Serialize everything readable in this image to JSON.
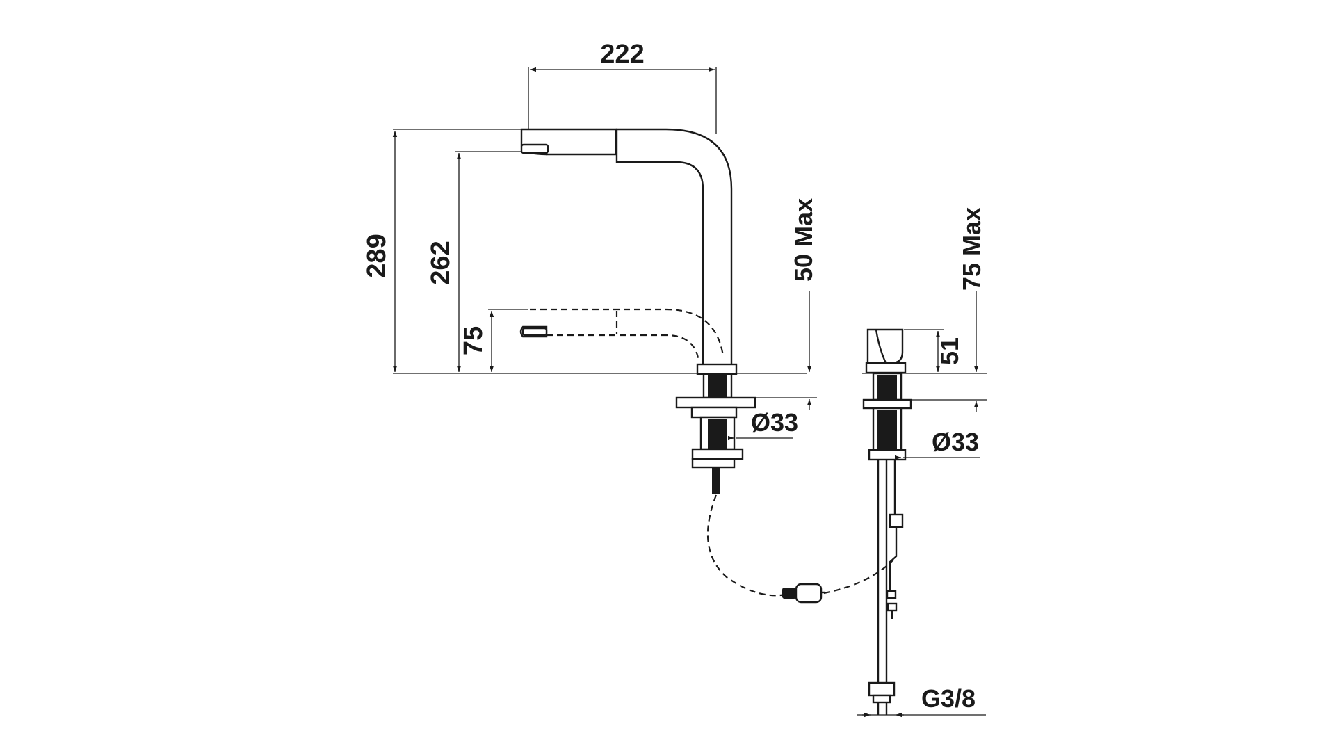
{
  "dimensions": {
    "reach": "222",
    "total_height": "289",
    "spout_height": "262",
    "pulled_out_height": "75",
    "deck_thickness_left": "50 Max",
    "deck_thickness_right": "75 Max",
    "handle_height": "51",
    "hole_diameter_left": "Ø33",
    "hole_diameter_right": "Ø33",
    "connection_thread": "G3/8"
  }
}
